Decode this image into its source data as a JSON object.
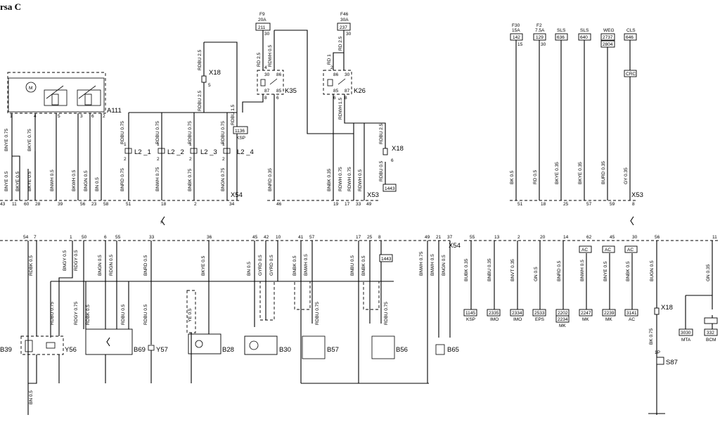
{
  "title": "rsa C",
  "connectors": [
    "X54",
    "X53"
  ],
  "top": {
    "wire_labels": [
      {
        "id": "t1",
        "text": "BNYE 0.75"
      },
      {
        "id": "t2",
        "text": "BKYE 0.75"
      },
      {
        "id": "t3",
        "text": "BNYE 0.5"
      },
      {
        "id": "t4",
        "text": "BKYE 0.5"
      },
      {
        "id": "t5",
        "text": "BKYE 0.5"
      },
      {
        "id": "t6",
        "text": "BNWH 0.5"
      },
      {
        "id": "t7",
        "text": "BKWH 0.5"
      },
      {
        "id": "t8",
        "text": "BNGN 0.5"
      },
      {
        "id": "t9",
        "text": "BN 0.5"
      },
      {
        "id": "t10",
        "text": "RDBU 0.75"
      },
      {
        "id": "t11",
        "text": "RDBU 0.75"
      },
      {
        "id": "t12",
        "text": "RDBU 0.75"
      },
      {
        "id": "t13",
        "text": "RDBU 0.75"
      },
      {
        "id": "t14",
        "text": "BNRD 0.75"
      },
      {
        "id": "t15",
        "text": "BNWH 0.75"
      },
      {
        "id": "t16",
        "text": "BNBK 0.75"
      },
      {
        "id": "t17",
        "text": "BNGN 0.75"
      },
      {
        "id": "t18",
        "text": "RDBU 2.5"
      },
      {
        "id": "t19",
        "text": "RDBU 2.5"
      },
      {
        "id": "t20",
        "text": "RDBU 1.5"
      },
      {
        "id": "t21",
        "text": "RD 2.5"
      },
      {
        "id": "t22",
        "text": "RDWH 0.5"
      },
      {
        "id": "t23",
        "text": "BNRD 0.35"
      },
      {
        "id": "t24",
        "text": "RD 1"
      },
      {
        "id": "t25",
        "text": "RD 2.5"
      },
      {
        "id": "t26",
        "text": "RDWH 1.5"
      },
      {
        "id": "t27",
        "text": "BNBK 0.35"
      },
      {
        "id": "t28",
        "text": "RDWH 0.75"
      },
      {
        "id": "t29",
        "text": "RDWH 0.75"
      },
      {
        "id": "t30",
        "text": "RDWH 0.5"
      },
      {
        "id": "t31",
        "text": "RDBU 2.5"
      },
      {
        "id": "t32",
        "text": "RDBU 0.5"
      },
      {
        "id": "t33",
        "text": "BK 0.5"
      },
      {
        "id": "t34",
        "text": "RD 0.5"
      },
      {
        "id": "t35",
        "text": "BKYE 0.35"
      },
      {
        "id": "t36",
        "text": "BKYE 0.35"
      },
      {
        "id": "t37",
        "text": "BURD 0.35"
      },
      {
        "id": "t38",
        "text": "GY 0.35"
      }
    ],
    "pins": [
      {
        "id": "p1",
        "text": "43"
      },
      {
        "id": "p2",
        "text": "11"
      },
      {
        "id": "p3",
        "text": "60"
      },
      {
        "id": "p4",
        "text": "28"
      },
      {
        "id": "p5",
        "text": "39"
      },
      {
        "id": "p6",
        "text": "56"
      },
      {
        "id": "p7",
        "text": "23"
      },
      {
        "id": "p8",
        "text": "58"
      },
      {
        "id": "p9",
        "text": "51"
      },
      {
        "id": "p10",
        "text": "18"
      },
      {
        "id": "p11",
        "text": "2"
      },
      {
        "id": "p12",
        "text": "34"
      },
      {
        "id": "p13",
        "text": "46"
      },
      {
        "id": "p14",
        "text": "19"
      },
      {
        "id": "p15",
        "text": "17"
      },
      {
        "id": "p16",
        "text": "33"
      },
      {
        "id": "p17",
        "text": "49"
      },
      {
        "id": "p18",
        "text": "51"
      },
      {
        "id": "p19",
        "text": "18"
      },
      {
        "id": "p20",
        "text": "25"
      },
      {
        "id": "p21",
        "text": "57"
      },
      {
        "id": "p22",
        "text": "59"
      },
      {
        "id": "p23",
        "text": "8"
      }
    ],
    "fuses": [
      {
        "id": "f9",
        "name": "F9",
        "rating": "20A",
        "box": "211"
      },
      {
        "id": "f46",
        "name": "F46",
        "rating": "30A",
        "box": "237"
      },
      {
        "id": "f30",
        "name": "F30",
        "rating": "15A",
        "box": "142"
      },
      {
        "id": "f2",
        "name": "F2",
        "rating": "7.5A",
        "box": "129"
      }
    ],
    "refs": [
      {
        "id": "r1",
        "name": "SLS",
        "box": "636"
      },
      {
        "id": "r2",
        "name": "SLS",
        "box": "640"
      },
      {
        "id": "r3",
        "name": "WEG",
        "box": "2737",
        "box2": "2804"
      },
      {
        "id": "r4",
        "name": "CLS",
        "box": "646"
      }
    ],
    "components": {
      "a111": "A111",
      "k35": "K35",
      "k26": "K26",
      "x18a": "X18",
      "x18b": "X18",
      "l21": "L2 _1",
      "l22": "L2 _2",
      "l23": "L2 _3",
      "l24": "L2 _4",
      "ksp_box": "1136",
      "ksp": "KSP",
      "box1443": "1443",
      "crc": "CRC",
      "m": "M"
    },
    "small": {
      "f9_30": "30",
      "f46_30": "30",
      "f30_15": "15",
      "f2_30": "30",
      "x18a_5": "5",
      "x18b_6": "6",
      "k35_4": "4",
      "k35_30": "30",
      "k35_86": "86",
      "k35_87": "87",
      "k35_85": "85",
      "k35_8": "8",
      "k35_6": "6",
      "k26_2": "2",
      "k26_86": "86",
      "k26_30": "30",
      "k26_85": "85",
      "k26_87": "87",
      "k26_6": "6",
      "k26_8": "8",
      "a_1": "1",
      "a_4": "4",
      "a_5": "5",
      "a_3": "3",
      "a_6": "6",
      "a_2": "2",
      "l1": "1",
      "l2": "2"
    }
  },
  "bottom": {
    "pins": [
      {
        "id": "b1",
        "text": "54"
      },
      {
        "id": "b2",
        "text": "7"
      },
      {
        "id": "b3",
        "text": "1"
      },
      {
        "id": "b4",
        "text": "50"
      },
      {
        "id": "b5",
        "text": "6"
      },
      {
        "id": "b6",
        "text": "55"
      },
      {
        "id": "b7",
        "text": "33"
      },
      {
        "id": "b8",
        "text": "36"
      },
      {
        "id": "b9",
        "text": "45"
      },
      {
        "id": "b10",
        "text": "42"
      },
      {
        "id": "b11",
        "text": "10"
      },
      {
        "id": "b12",
        "text": "41"
      },
      {
        "id": "b13",
        "text": "57"
      },
      {
        "id": "b14",
        "text": "17"
      },
      {
        "id": "b15",
        "text": "25"
      },
      {
        "id": "b16",
        "text": "8"
      },
      {
        "id": "b17",
        "text": "49"
      },
      {
        "id": "b18",
        "text": "21"
      },
      {
        "id": "b19",
        "text": "37"
      },
      {
        "id": "b20",
        "text": "55"
      },
      {
        "id": "b21",
        "text": "13"
      },
      {
        "id": "b22",
        "text": "2"
      },
      {
        "id": "b23",
        "text": "20"
      },
      {
        "id": "b24",
        "text": "14"
      },
      {
        "id": "b25",
        "text": "62"
      },
      {
        "id": "b26",
        "text": "45"
      },
      {
        "id": "b27",
        "text": "30"
      },
      {
        "id": "b28",
        "text": "56"
      },
      {
        "id": "b29",
        "text": "11"
      }
    ],
    "wire_labels": [
      {
        "id": "w1",
        "text": "RDBK 0.5"
      },
      {
        "id": "w2",
        "text": "BNGY 0.5"
      },
      {
        "id": "w3",
        "text": "RDGY 0.5"
      },
      {
        "id": "w4",
        "text": "BNGN 0.5"
      },
      {
        "id": "w5",
        "text": "RDGN 0.5"
      },
      {
        "id": "w6",
        "text": "BNRD 0.5"
      },
      {
        "id": "w7",
        "text": "BKYE 0.5"
      },
      {
        "id": "w8",
        "text": "BN 0.5"
      },
      {
        "id": "w9",
        "text": "GYRD 0.5"
      },
      {
        "id": "w10",
        "text": "GYRD 0.5"
      },
      {
        "id": "w11",
        "text": "BNWH 0.5"
      },
      {
        "id": "w12",
        "text": "BNBK 0.5"
      },
      {
        "id": "w13",
        "text": "BNBU 0.5"
      },
      {
        "id": "w14",
        "text": "BNBK 0.5"
      },
      {
        "id": "w15",
        "text": "BNWH 0.75"
      },
      {
        "id": "w16",
        "text": "BNWH 0.5"
      },
      {
        "id": "w17",
        "text": "BNGN 0.5"
      },
      {
        "id": "w18",
        "text": "BUBK 0.35"
      },
      {
        "id": "w19",
        "text": "BNBU 0.35"
      },
      {
        "id": "w20",
        "text": "BNVT 0.35"
      },
      {
        "id": "w21",
        "text": "GN 0.5"
      },
      {
        "id": "w22",
        "text": "BNRD 0.5"
      },
      {
        "id": "w23",
        "text": "BNWH 0.5"
      },
      {
        "id": "w24",
        "text": "BNYE 0.5"
      },
      {
        "id": "w25",
        "text": "BNBK 0.5"
      },
      {
        "id": "w26",
        "text": "BUGN 0.5"
      },
      {
        "id": "w27",
        "text": "GN 0.35"
      },
      {
        "id": "w28",
        "text": "RDBU 0.75"
      },
      {
        "id": "w29",
        "text": "RDGY 0.75"
      },
      {
        "id": "w30",
        "text": "RDBK 0.5"
      },
      {
        "id": "w31",
        "text": "RDBU 0.5"
      },
      {
        "id": "w32",
        "text": "RDBU 0.5"
      },
      {
        "id": "w33",
        "text": "RDBU 0.75"
      },
      {
        "id": "w34",
        "text": "RDBU 0.75"
      },
      {
        "id": "w35",
        "text": "BN 0.5"
      },
      {
        "id": "w36",
        "text": "BK 0.75"
      },
      {
        "id": "w37",
        "text": "YE 0.5"
      }
    ],
    "components": {
      "b39": "B39",
      "y56": "Y56",
      "b69": "B69",
      "y57": "Y57",
      "b28": "B28",
      "b30": "B30",
      "b57": "B57",
      "b56": "B56",
      "b65": "B65",
      "x54": "X54",
      "x18": "X18",
      "s87": "S87",
      "box1443": "1443",
      "pin1p": "1P"
    },
    "refs": [
      {
        "id": "d1",
        "box": "1145",
        "name": "KSP"
      },
      {
        "id": "d2",
        "box": "2335",
        "name": "IMO"
      },
      {
        "id": "d3",
        "box": "2334",
        "name": "IMO"
      },
      {
        "id": "d4",
        "box": "2533",
        "name": "EPS"
      },
      {
        "id": "d5",
        "box": "2202",
        "box2": "2234",
        "name": "MK"
      },
      {
        "id": "d6",
        "box": "2247",
        "name": "MK",
        "top": "AC"
      },
      {
        "id": "d7",
        "box": "2239",
        "name": "MK",
        "top": "AC"
      },
      {
        "id": "d8",
        "box": "3141",
        "name": "AC",
        "top": "AC"
      },
      {
        "id": "d9",
        "box": "3030",
        "name": "MTA"
      },
      {
        "id": "d10",
        "box": "332",
        "name": "BCM"
      }
    ]
  }
}
